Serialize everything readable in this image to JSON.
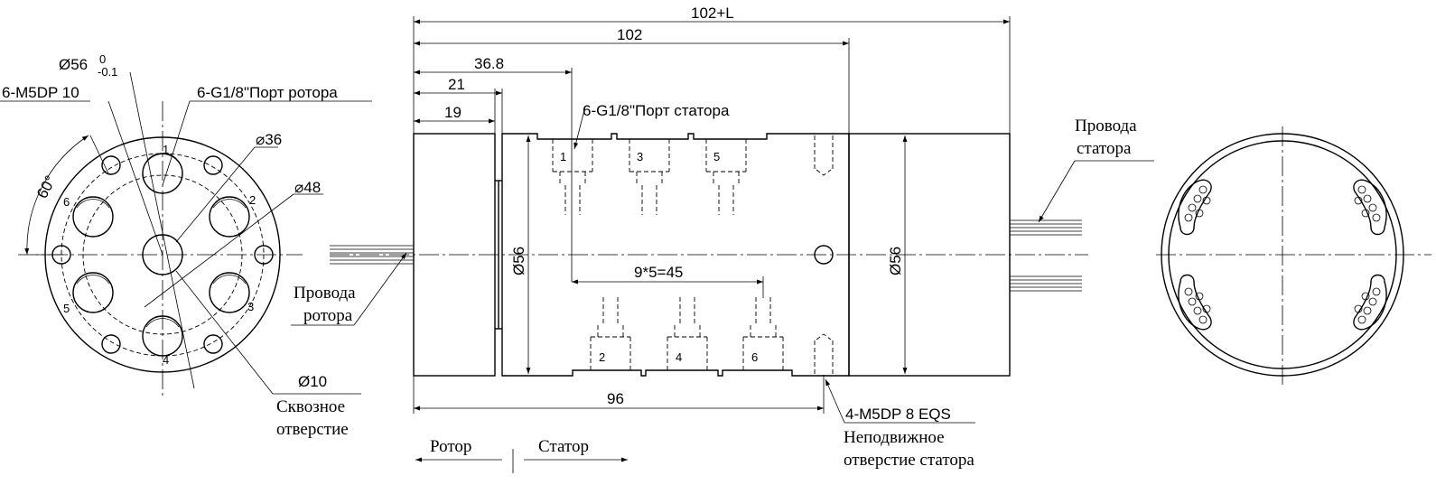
{
  "dimensions": {
    "overall": "102+L",
    "body_length": "102",
    "port_offset": "36.8",
    "rotor_21": "21",
    "rotor_19": "19",
    "hole_offset": "96",
    "port_pitch": "9*5=45",
    "diameter_body_left": "Ø56",
    "diameter_body_right": "Ø56"
  },
  "front_view": {
    "dia_main": "Ø56",
    "dia_tol_upper": "0",
    "dia_tol_lower": "-0.1",
    "thread_holes": "6-M5DP 10",
    "rotor_ports": "6-G1/8\"Порт ротора",
    "dia_36": "⌀36",
    "dia_48": "⌀48",
    "angle": "60°",
    "through_hole_dia": "Ø10",
    "through_hole_label_1": "Сквозное",
    "through_hole_label_2": "отверстие",
    "port_numbers": [
      "1",
      "2",
      "3",
      "4",
      "5",
      "6"
    ]
  },
  "side_view": {
    "stator_ports": "6-G1/8\"Порт статора",
    "rotor_wires_1": "Провода",
    "rotor_wires_2": "ротора",
    "stator_wires_1": "Провода",
    "stator_wires_2": "статора",
    "mount_holes": "4-M5DP 8 EQS",
    "fixed_hole_1": "Неподвижное",
    "fixed_hole_2": "отверстие статора",
    "rotor_label": "Ротор",
    "stator_label": "Статор",
    "top_port_numbers": [
      "1",
      "3",
      "5"
    ],
    "bottom_port_numbers": [
      "2",
      "4",
      "6"
    ]
  }
}
